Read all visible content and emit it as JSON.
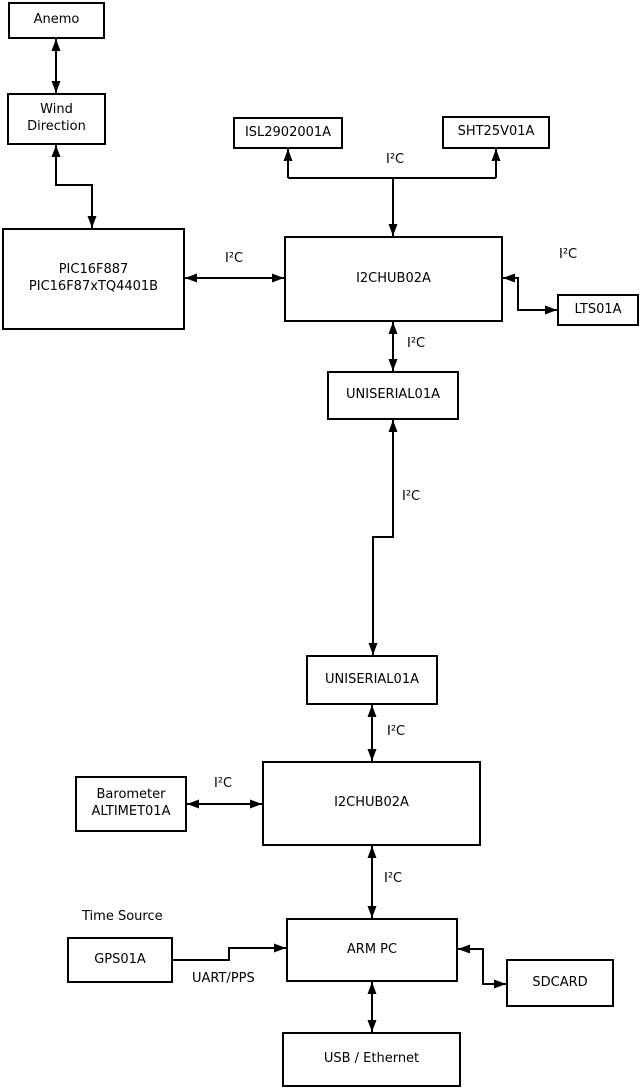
{
  "diagram": {
    "background": "#ffffff",
    "line_color": "#000000",
    "nodes": {
      "anemo": {
        "label": "Anemo"
      },
      "wind": {
        "label": "Wind\nDirection"
      },
      "pic": {
        "label": "PIC16F887\nPIC16F87xTQ4401B"
      },
      "isl": {
        "label": "ISL2902001A"
      },
      "sht": {
        "label": "SHT25V01A"
      },
      "hub1": {
        "label": "I2CHUB02A"
      },
      "lts": {
        "label": "LTS01A"
      },
      "uniserial1": {
        "label": "UNISERIAL01A"
      },
      "uniserial2": {
        "label": "UNISERIAL01A"
      },
      "hub2": {
        "label": "I2CHUB02A"
      },
      "barometer": {
        "label": "Barometer\nALTIMET01A"
      },
      "arm_pc": {
        "label": "ARM PC"
      },
      "gps": {
        "label": "GPS01A"
      },
      "sdcard": {
        "label": "SDCARD"
      },
      "usb_ethernet": {
        "label": "USB / Ethernet"
      }
    },
    "labels": {
      "i2c_isl_sht_bus": "I²C",
      "i2c_pic_hub1": "I²C",
      "i2c_hub1_lts": "I²C",
      "i2c_hub1_uniserial1": "I²C",
      "i2c_uniserial_link": "I²C",
      "i2c_uniserial2_hub2": "I²C",
      "i2c_barometer_hub2": "I²C",
      "i2c_hub2_armpc": "I²C",
      "time_source": "Time Source",
      "uart_pps": "UART/PPS"
    }
  }
}
